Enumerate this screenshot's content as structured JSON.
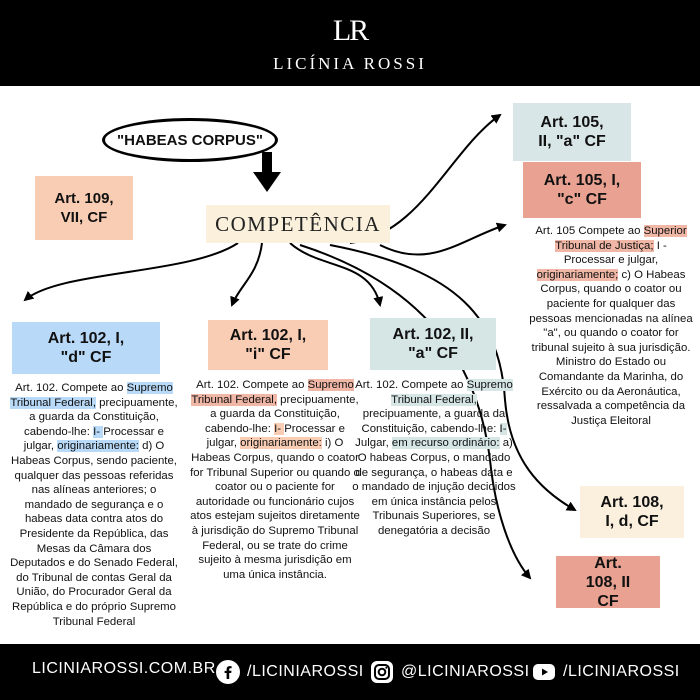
{
  "header": {
    "logo": "LR",
    "brand": "LICÍNIA ROSSI"
  },
  "diagram": {
    "title": "\"HABEAS CORPUS\"",
    "center": "COMPETÊNCIA",
    "art109": "Art. 109, VII, CF",
    "art105_2": "Art. 105, II, \"a\" CF",
    "art105_1": "Art. 105, I, \"c\" CF",
    "art108_1": "Art. 108, I, d, CF",
    "art108_2": "Art. 108, II CF",
    "col1": {
      "label_l1": "Art. 102, I,",
      "label_l2": "\"d\" CF",
      "t1": "Art. 102. Compete ao ",
      "t2": "Supremo Tribunal Federal,",
      "t3": " precipuamente, a guarda da Constituição, cabendo-lhe: ",
      "t4": "I- ",
      "t5": "Processar e julgar, ",
      "t6": "originariamente:",
      "t7": " d) O Habeas Corpus, sendo paciente, qualquer das pessoas referidas nas alíneas anteriores; o mandado de segurança e o habeas data contra atos do Presidente da República, das Mesas da Câmara dos Deputados e do Senado Federal, do Tribunal de contas Geral da União, do Procurador Geral da República e do próprio Supremo Tribunal Federal"
    },
    "col2": {
      "label_l1": "Art. 102, I,",
      "label_l2": "\"i\" CF",
      "t1": "Art. 102. Compete ao ",
      "t2": "Supremo Tribunal Federal,",
      "t3": " precipuamente, a guarda da Constituição, cabendo-lhe: ",
      "t4": "I- ",
      "t5": "Processar e julgar, ",
      "t6": "originariamente:",
      "t7": " i) O Habeas Corpus, quando o coator for Tribunal Superior ou quando o coator ou o paciente for autoridade ou funcionário cujos atos estejam sujeitos diretamente à jurisdição do Supremo Tribunal Federal, ou se trate do crime sujeito à mesma jurisdição em uma única instância."
    },
    "col3": {
      "label_l1": "Art. 102, II,",
      "label_l2": "\"a\" CF",
      "t1": "Art. 102. Compete ao ",
      "t2": "Supremo Tribunal Federal,",
      "t3": " precipuamente, a guarda da Constituição, cabendo-lhe: ",
      "t4": "I- ",
      "t5": "Julgar, ",
      "t6": "em recurso ordinário:",
      "t7": " a) O habeas Corpus, o mandado de segurança, o habeas data e o mandado de injução decididos em única instância pelos Tribunais Superiores, se denegatória a decisão"
    },
    "col4": {
      "t1": "Art. 105 Compete ao ",
      "t2": "Superior Tribunal de Justiça;",
      "t3": " I - Processar e julgar, ",
      "t4": "originariamente;",
      "t5": " c) O Habeas Corpus, quando o coator ou paciente for qualquer das pessoas mencionadas na alínea \"a\", ou quando o coator for tribunal sujeito à sua jurisdição. Ministro do Estado ou Comandante da Marinha, do Exército ou da Aeronáutica, ressalvada a competência da Justiça Eleitoral"
    }
  },
  "footer": {
    "site": "LICINIAROSSI.COM.BR",
    "facebook": "/LICINIAROSSI",
    "instagram": "@LICINIAROSSI",
    "youtube": "/LICINIAROSSI"
  }
}
